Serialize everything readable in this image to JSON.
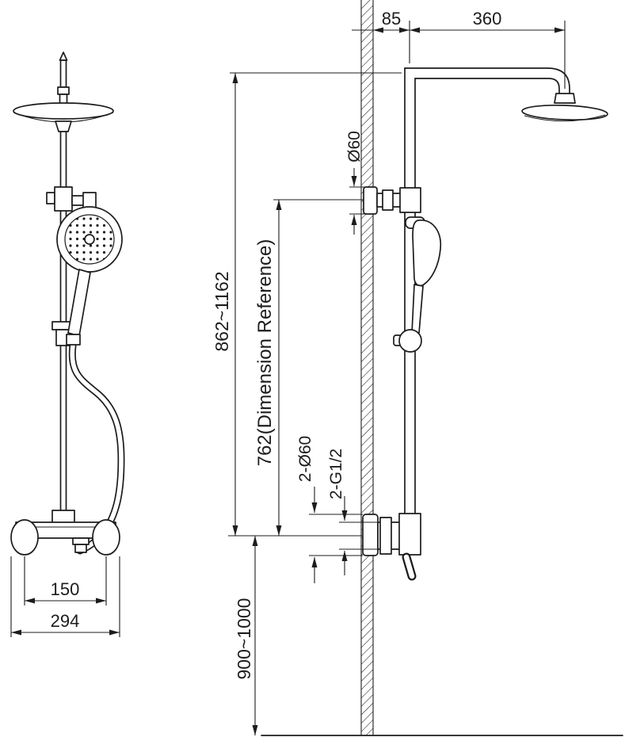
{
  "colors": {
    "line": "#1c1c1c",
    "background": "#ffffff"
  },
  "dimensions": {
    "wall_to_riser": "85",
    "riser_to_head": "360",
    "bracket_diameter": "Ø60",
    "riser_height_range": "862~1162",
    "reference_height": "762(Dimension Reference)",
    "escutcheon_diameter": "2-Ø60",
    "connection_thread": "2-G1/2",
    "handle_spacing": "150",
    "mixer_width": "294",
    "mounting_height_range": "900~1000"
  }
}
